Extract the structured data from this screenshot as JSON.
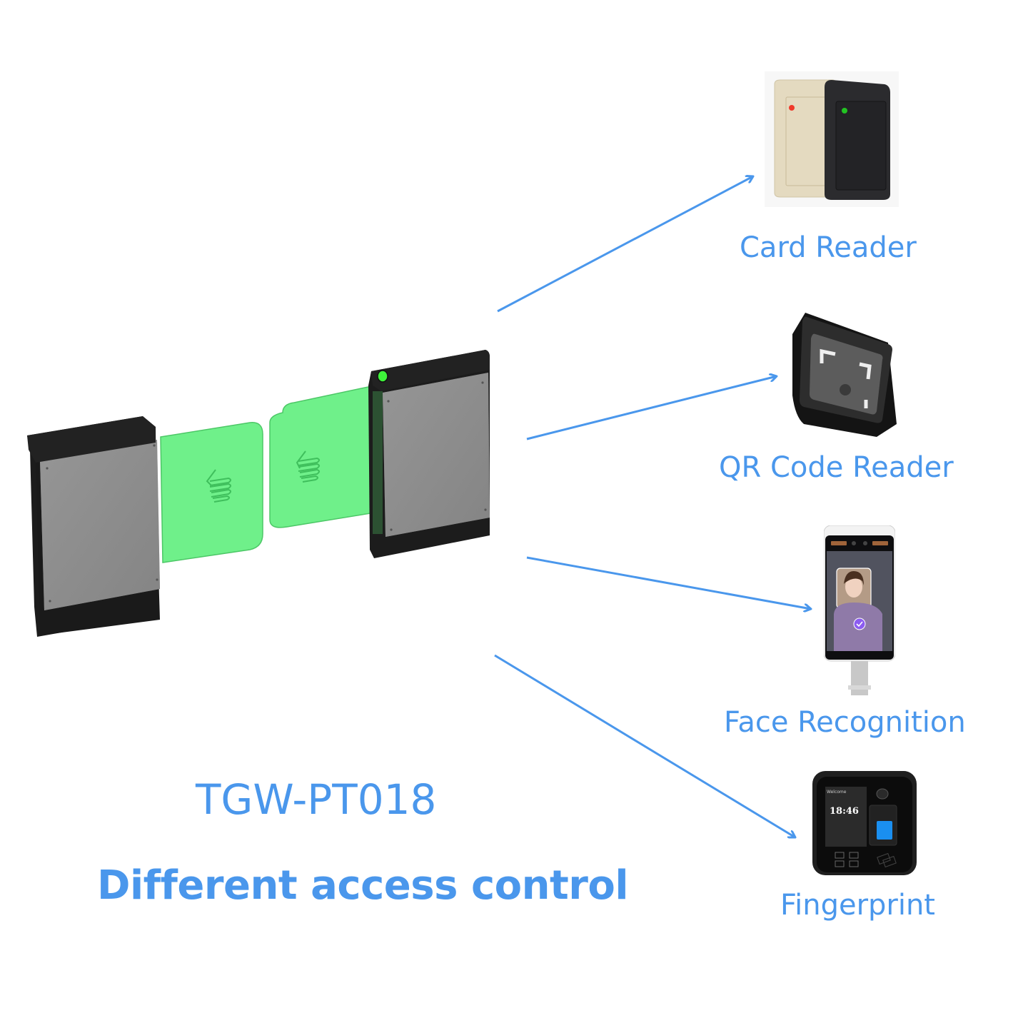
{
  "product": {
    "model": "TGW-PT018",
    "tagline": "Different access control"
  },
  "colors": {
    "accent_blue": "#4a97ec",
    "gate_glass_green": "#6ff08a",
    "cabinet_gray": "#8f8f8f",
    "cabinet_black": "#1c1c1c",
    "indicator_green": "#3ef33a"
  },
  "access_methods": [
    {
      "label": "Card Reader",
      "icon": "card-reader-icon"
    },
    {
      "label": "QR Code Reader",
      "icon": "qr-code-reader-icon"
    },
    {
      "label": "Face Recognition",
      "icon": "face-recognition-terminal-icon"
    },
    {
      "label": "Fingerprint",
      "icon": "fingerprint-terminal-icon"
    }
  ],
  "fingerprint_terminal": {
    "screen_greeting": "Welcome",
    "screen_time": "18:46"
  }
}
